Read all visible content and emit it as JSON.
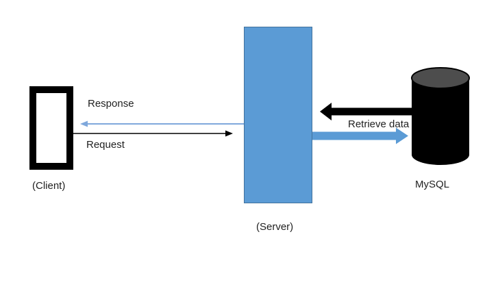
{
  "diagram": {
    "type": "architecture-flow",
    "nodes": {
      "client": {
        "label": "(Client)",
        "shape": "rectangle-outline",
        "fill": "#ffffff",
        "border": "#000000"
      },
      "server": {
        "label": "(Server)",
        "shape": "rectangle",
        "fill": "#5b9bd5",
        "border": "#41719c"
      },
      "database": {
        "label": "MySQL",
        "shape": "cylinder",
        "fill": "#000000",
        "top_face": "#4d4d4d"
      }
    },
    "arrows": {
      "response": {
        "label": "Response",
        "from": "server",
        "to": "client",
        "direction": "left",
        "style": "thin",
        "color": "#7fa8dc"
      },
      "request": {
        "label": "Request",
        "from": "client",
        "to": "server",
        "direction": "right",
        "style": "thin",
        "color": "#000000"
      },
      "retrieve": {
        "label": "Retrieve data",
        "from": "database",
        "to": "server",
        "direction": "left",
        "style": "thick",
        "color": "#000000"
      },
      "send": {
        "label": "",
        "from": "server",
        "to": "database",
        "direction": "right",
        "style": "thick",
        "color": "#5b9bd5"
      }
    },
    "background": "#ffffff",
    "text_color": "#1f1f1f"
  }
}
